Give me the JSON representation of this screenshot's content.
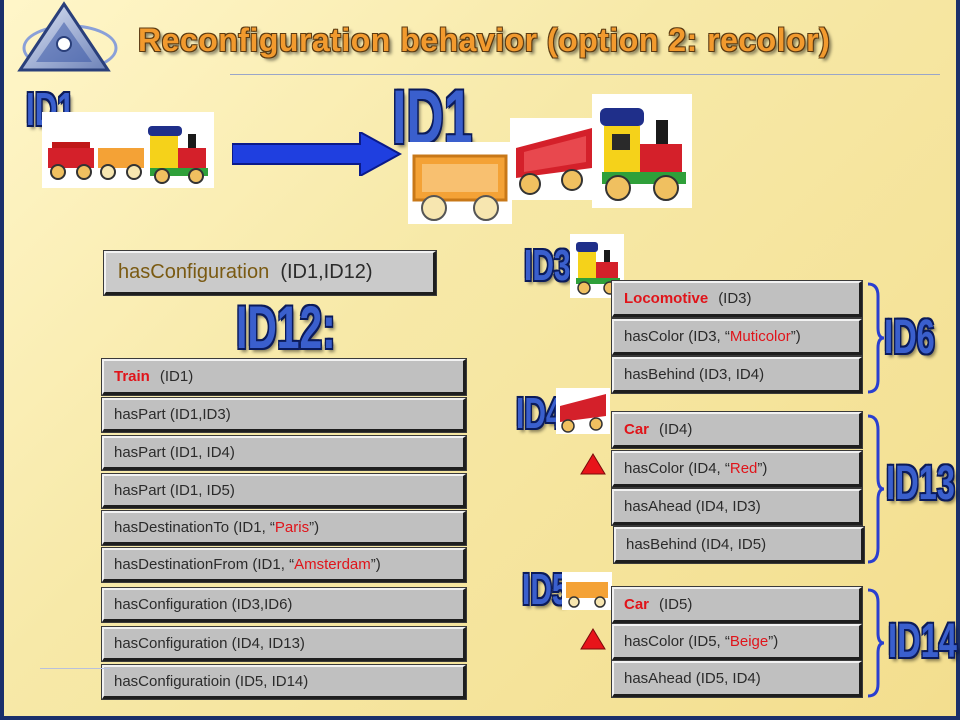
{
  "title": "Reconfiguration behavior (option 2: recolor)",
  "labels": {
    "id1_left": "ID1",
    "id1_right": "ID1",
    "id12": "ID12:",
    "id3": "ID3",
    "id4": "ID4",
    "id5": "ID5",
    "id6": "ID6",
    "id13": "ID13",
    "id14": "ID14"
  },
  "top_box": {
    "name": "hasConfiguration",
    "args": "(ID1,ID12)"
  },
  "left_boxes": {
    "train": {
      "kw": "Train",
      "args": "(ID1)"
    },
    "part1": "hasPart (ID1,ID3)",
    "part2": "hasPart  (ID1, ID4)",
    "part3": "hasPart  (ID1, ID5)",
    "destTo": {
      "pre": "hasDestinationTo (ID1, “",
      "val": "Paris",
      "post": "”)"
    },
    "destFrom": {
      "pre": "hasDestinationFrom (ID1, “",
      "val": "Amsterdam",
      "post": "”)"
    },
    "conf1": "hasConfiguration (ID3,ID6)",
    "conf2": "hasConfiguration  (ID4, ID13)",
    "conf3": "hasConfiguratioin  (ID5, ID14)"
  },
  "group_id3": {
    "loco": {
      "kw": "Locomotive",
      "args": "(ID3)"
    },
    "color": {
      "pre": "hasColor (ID3, “",
      "val": "Muticolor",
      "post": "”)"
    },
    "behind": "hasBehind  (ID3, ID4)"
  },
  "group_id4": {
    "car": {
      "kw": "Car",
      "args": "(ID4)"
    },
    "color": {
      "pre": "hasColor (ID4, “",
      "val": "Red",
      "post": "”)"
    },
    "ahead": "hasAhead  (ID4, ID3)",
    "behind": "hasBehind  (ID4, ID5)"
  },
  "group_id5": {
    "car": {
      "kw": "Car",
      "args": "(ID5)"
    },
    "color": {
      "pre": "hasColor (ID5, “",
      "val": "Beige",
      "post": "”)"
    },
    "ahead": "hasAhead  (ID5, ID4)"
  },
  "colors": {
    "keyword": "#e0141a",
    "id_fill": "#3a5fcd",
    "id_outline": "#0b1b5a",
    "title": "#f29a2e",
    "box_fill": "#c0c0c0",
    "arrow": "#1f3fe0",
    "brace": "#2a3fd0"
  },
  "icons": [
    "logo-icon",
    "train-photo",
    "wagon-photo",
    "locomotive-photo",
    "arrow-icon",
    "brace-icon",
    "warning-triangle-icon"
  ]
}
